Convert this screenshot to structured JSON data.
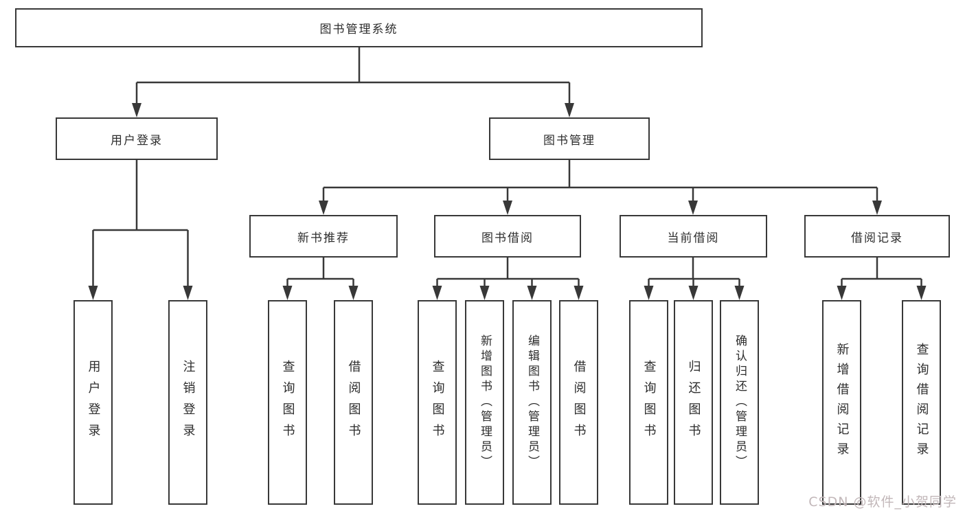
{
  "colors": {
    "background": "#ffffff",
    "line": "#383838",
    "box_border": "#383838",
    "text": "#2d2d2d",
    "watermark": "#c2b7b9"
  },
  "nodes": {
    "root": {
      "label": "图书管理系统"
    },
    "user_login": {
      "label": "用户登录"
    },
    "book_mgmt": {
      "label": "图书管理"
    },
    "new_book_rec": {
      "label": "新书推荐"
    },
    "book_borrow": {
      "label": "图书借阅"
    },
    "current_borrow": {
      "label": "当前借阅"
    },
    "borrow_record": {
      "label": "借阅记录"
    },
    "leaf_user_login": {
      "label": "用户登录"
    },
    "leaf_logout_login": {
      "label": "注销登录"
    },
    "leaf_query_book_rec": {
      "label": "查询图书"
    },
    "leaf_borrow_book_rec": {
      "label": "借阅图书"
    },
    "leaf_query_book_borrow": {
      "label": "查询图书"
    },
    "leaf_add_book_admin": {
      "label": "新增图书（管理员）"
    },
    "leaf_edit_book_admin": {
      "label": "编辑图书（管理员）"
    },
    "leaf_borrow_book_borrow": {
      "label": "借阅图书"
    },
    "leaf_query_book_current": {
      "label": "查询图书"
    },
    "leaf_return_book": {
      "label": "归还图书"
    },
    "leaf_confirm_return_admin": {
      "label": "确认归还（管理员）"
    },
    "leaf_add_borrow_record": {
      "label": "新增借阅记录"
    },
    "leaf_query_borrow_record": {
      "label": "查询借阅记录"
    }
  },
  "watermark": {
    "text": "CSDN @软件_小贺同学"
  }
}
